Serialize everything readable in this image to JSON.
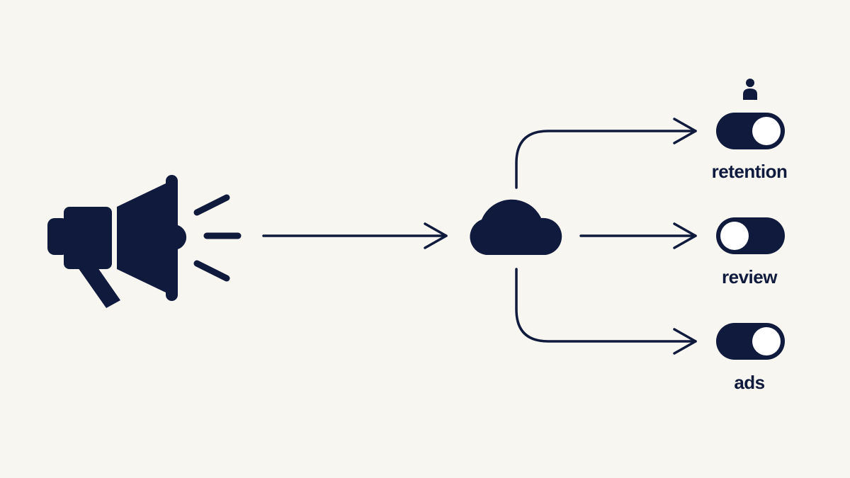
{
  "colors": {
    "background": "#f8f6f0",
    "ink": "#0f1a3d",
    "knob": "#ffffff"
  },
  "icons": {
    "source": "megaphone-icon",
    "hub": "cloud-icon",
    "person": "person-icon"
  },
  "toggles": [
    {
      "name": "retention",
      "label": "retention",
      "state": "on",
      "icon_above": "person-icon"
    },
    {
      "name": "review",
      "label": "review",
      "state": "off"
    },
    {
      "name": "ads",
      "label": "ads",
      "state": "on"
    }
  ]
}
